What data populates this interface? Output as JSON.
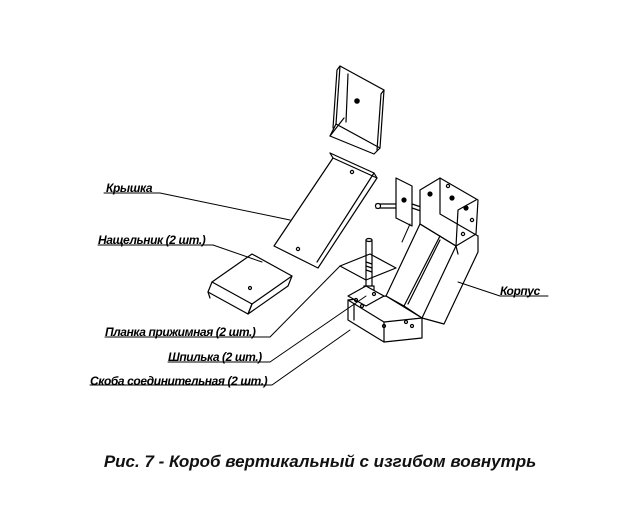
{
  "labels": {
    "cover": "Крышка",
    "latch": "Нащельник (2 шт.)",
    "clamp_plate": "Планка прижимная (2 шт.)",
    "stud": "Шпилька (2 шт.)",
    "bracket": "Скоба соединительная (2 шт.)",
    "body": "Корпус"
  },
  "caption": "Рис. 7 - Короб  вертикальный с изгибом вовнутрь"
}
